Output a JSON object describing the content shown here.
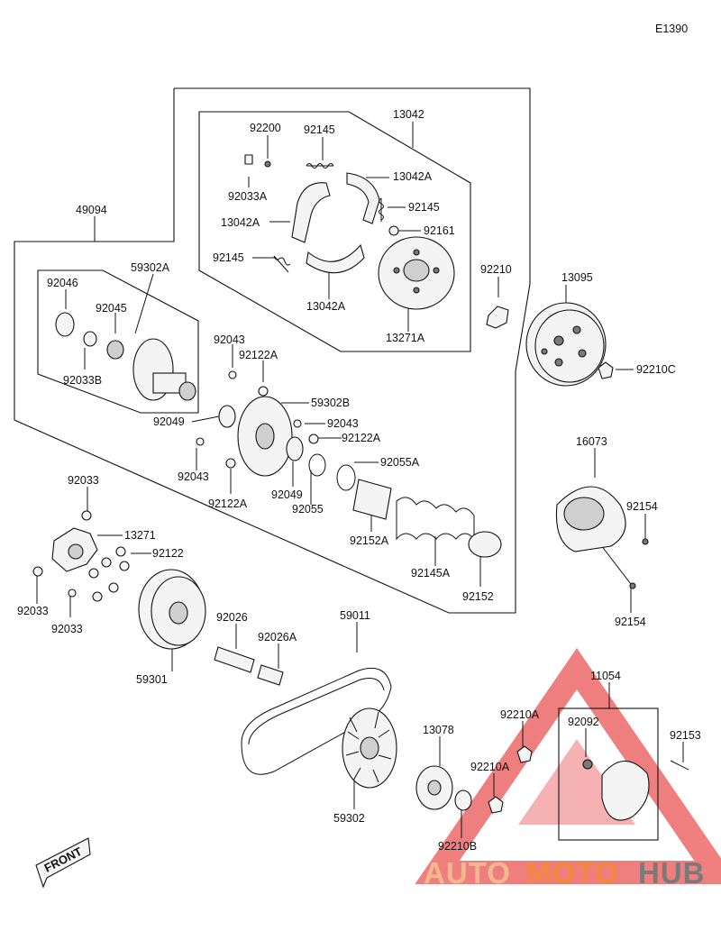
{
  "diagram_code": "E1390",
  "front_label": "FRONT",
  "watermark": {
    "auto": "AUTO",
    "moto": "MOTO",
    "hub": "HUB",
    "color_auto": "#f2b98d",
    "color_moto": "#f08a3a",
    "color_hub": "#7a7a7a",
    "triangle_color": "#e83a3a"
  },
  "labels": {
    "p92200": "92200",
    "p92145a": "92145",
    "p13042": "13042",
    "p13042a1": "13042A",
    "p92033a": "92033A",
    "p92145b": "92145",
    "p13042a2": "13042A",
    "p92161": "92161",
    "p49094": "49094",
    "p92145c": "92145",
    "p92210": "92210",
    "p13095": "13095",
    "p92046": "92046",
    "p59302a": "59302A",
    "p13042a3": "13042A",
    "p92045": "92045",
    "p13271a": "13271A",
    "p92043a": "92043",
    "p92210c": "92210C",
    "p92122a1": "92122A",
    "p92033b": "92033B",
    "p59302b": "59302B",
    "p92049a": "92049",
    "p92043b": "92043",
    "p92122a2": "92122A",
    "p16073": "16073",
    "p92043c": "92043",
    "p92055a": "92055A",
    "p92154a": "92154",
    "p92122a3": "92122A",
    "p92049b": "92049",
    "p92033": "92033",
    "p92055": "92055",
    "p92152a": "92152A",
    "p13271": "13271",
    "p92122": "92122",
    "p92145a2": "92145A",
    "p92033c": "92033",
    "p92152": "92152",
    "p92154b": "92154",
    "p92033d": "92033",
    "p92026": "92026",
    "p59011": "59011",
    "p92026a": "92026A",
    "p59301": "59301",
    "p11054": "11054",
    "p13078": "13078",
    "p92210a1": "92210A",
    "p92092": "92092",
    "p92153": "92153",
    "p92210a2": "92210A",
    "p59302": "59302",
    "p92210b": "92210B"
  }
}
